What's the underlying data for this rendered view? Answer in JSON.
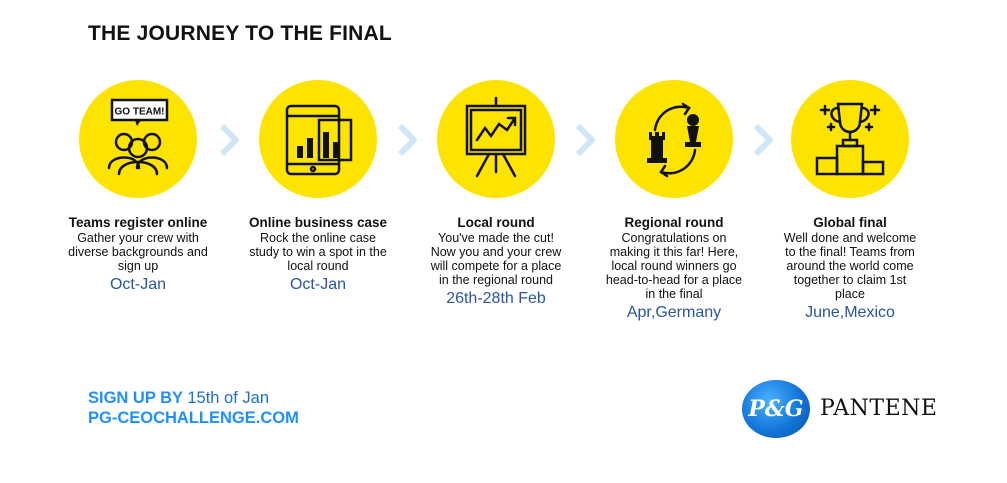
{
  "title": "THE JOURNEY TO THE FINAL",
  "stages": [
    {
      "title": "Teams register online",
      "description": "Gather your crew with diverse backgrounds and sign up",
      "date": "Oct-Jan",
      "icon": "team-icon",
      "badge": "GO TEAM!"
    },
    {
      "title": "Online business case",
      "description": "Rock the online case study to win a spot in the local round",
      "date": "Oct-Jan",
      "icon": "tablet-chart-icon"
    },
    {
      "title": "Local round",
      "description": "You've made the cut! Now you and your crew will compete for a place in the regional round",
      "date": "26th-28th Feb",
      "icon": "presentation-board-icon"
    },
    {
      "title": "Regional round",
      "description": "Congratulations on making it this far! Here, local round winners go head-to-head for a place in the final",
      "date": "Apr,Germany",
      "icon": "chess-pieces-icon"
    },
    {
      "title": "Global final",
      "description": "Well done and welcome to the final! Teams from around the world come together to claim 1st place",
      "date": "June,Mexico",
      "icon": "trophy-podium-icon"
    }
  ],
  "colors": {
    "circle": "#fde400",
    "arrow": "#cfe6f6",
    "accent": "#1e90ff",
    "date": "#2a55a4"
  },
  "signup": {
    "label": "SIGN UP BY",
    "date": "15th of Jan",
    "url": "PG-CEOCHALLENGE.COM"
  },
  "logos": {
    "pg": "P&G",
    "pantene": "PANTENE"
  }
}
